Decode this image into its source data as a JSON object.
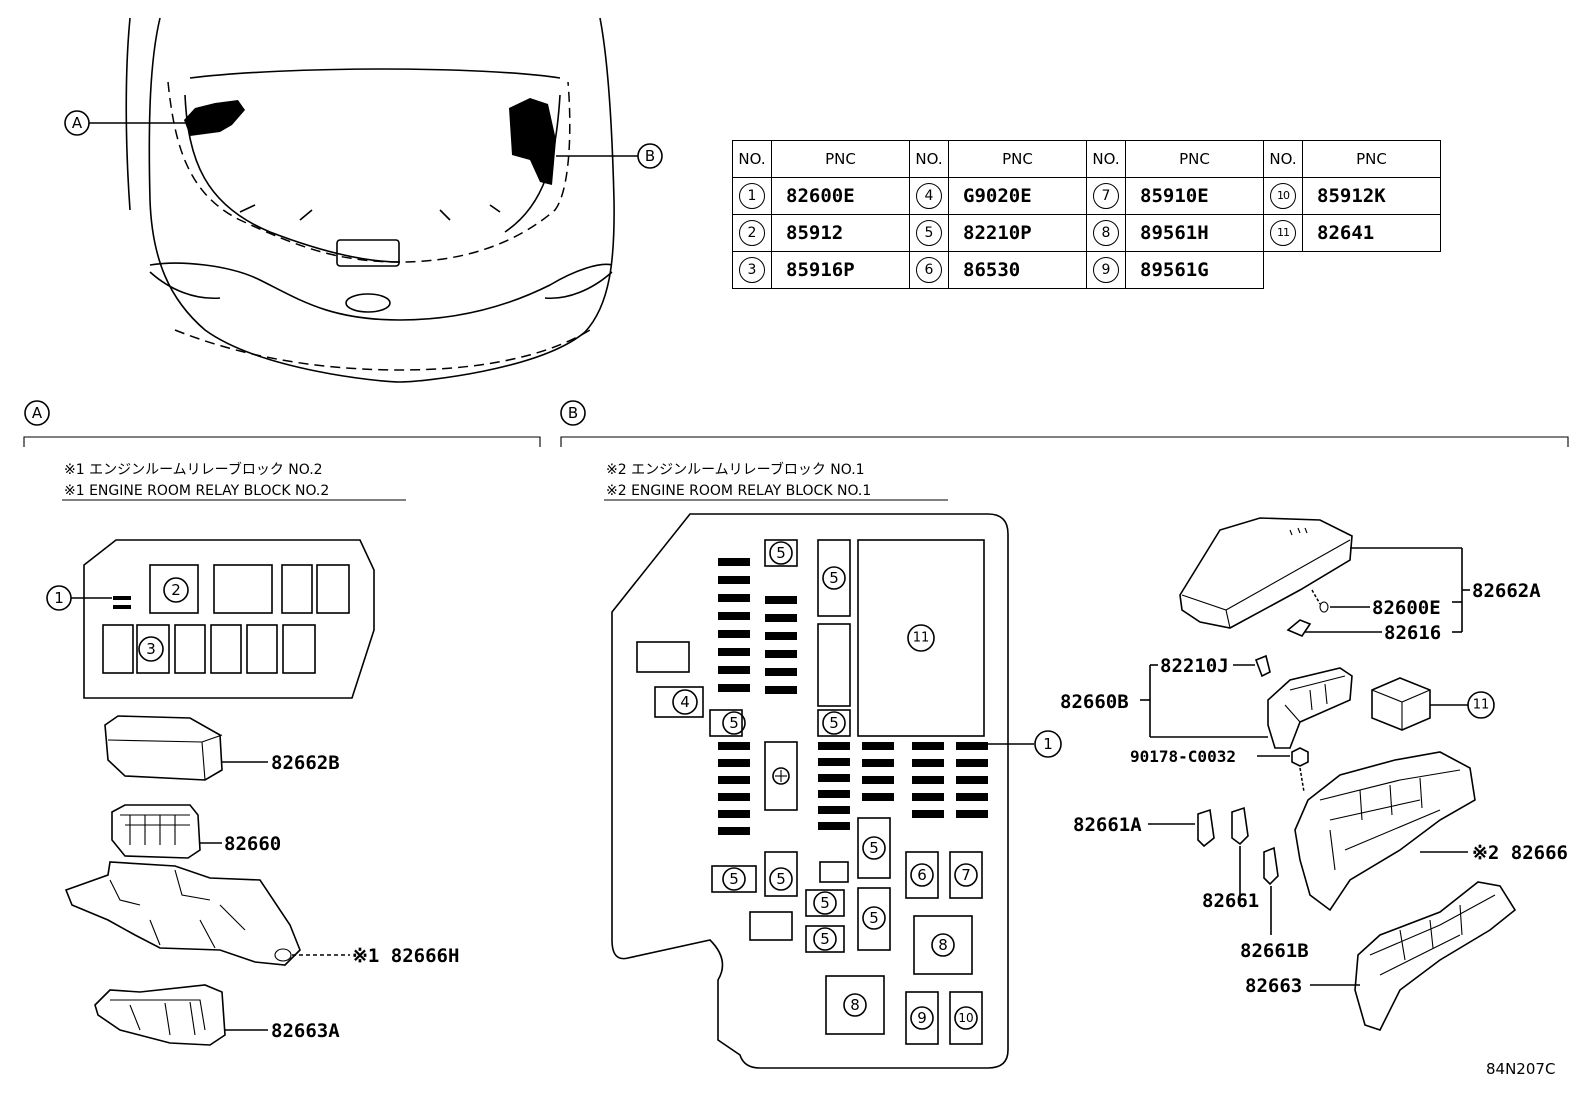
{
  "table": {
    "header_no": "NO.",
    "header_pnc": "PNC",
    "rows": [
      [
        {
          "no": "1",
          "pnc": "82600E"
        },
        {
          "no": "4",
          "pnc": "G9020E"
        },
        {
          "no": "7",
          "pnc": "85910E"
        },
        {
          "no": "10",
          "pnc": "85912K"
        }
      ],
      [
        {
          "no": "2",
          "pnc": "85912"
        },
        {
          "no": "5",
          "pnc": "82210P"
        },
        {
          "no": "8",
          "pnc": "89561H"
        },
        {
          "no": "11",
          "pnc": "82641"
        }
      ],
      [
        {
          "no": "3",
          "pnc": "85916P"
        },
        {
          "no": "6",
          "pnc": "86530"
        },
        {
          "no": "9",
          "pnc": "89561G"
        },
        null
      ]
    ]
  },
  "vehicle": {
    "callout_a": "A",
    "callout_b": "B"
  },
  "section_a": {
    "letter": "A",
    "title_jp": "※1 エンジンルームリレーブロック NO.2",
    "title_en": "※1 ENGINE ROOM RELAY BLOCK NO.2",
    "block_labels": [
      "1",
      "2",
      "3"
    ],
    "parts": [
      "82662B",
      "82660",
      "※1 82666H",
      "82663A"
    ]
  },
  "section_b": {
    "letter": "B",
    "title_jp": "※2 エンジンルームリレーブロック NO.1",
    "title_en": "※2 ENGINE ROOM RELAY BLOCK NO.1",
    "block_labels": {
      "one": "1",
      "four": "4",
      "five": "5",
      "six": "6",
      "seven": "7",
      "eight": "8",
      "nine": "9",
      "ten": "10",
      "eleven": "11"
    },
    "parts": {
      "p82662A": "82662A",
      "p82600E": "82600E",
      "p82616": "82616",
      "p82210J": "82210J",
      "p82660B": "82660B",
      "p11": "11",
      "p90178": "90178-C0032",
      "p82661A": "82661A",
      "p82666": "※2 82666",
      "p82661": "82661",
      "p82661B": "82661B",
      "p82663": "82663"
    }
  },
  "figure_code": "84N207C"
}
